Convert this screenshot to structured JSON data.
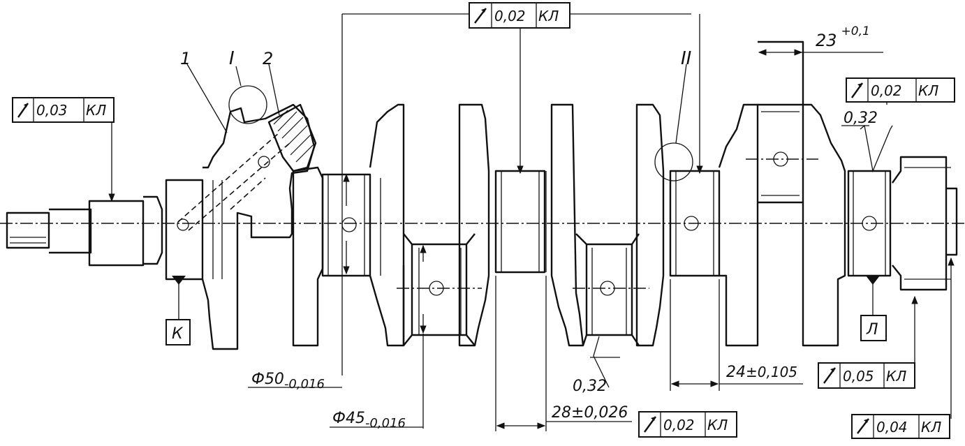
{
  "labels": {
    "part_1": "1",
    "part_2": "2",
    "detail_1": "I",
    "detail_2": "II",
    "datum_k": "К",
    "datum_l": "Л"
  },
  "tolerances": [
    {
      "symbol": "runout-arrow-icon",
      "value": "0,03",
      "datum": "КЛ"
    },
    {
      "symbol": "runout-arrow-icon",
      "value": "0,02",
      "datum": "КЛ"
    },
    {
      "symbol": "runout-arrow-icon",
      "value": "0,02",
      "datum": "КЛ"
    },
    {
      "symbol": "runout-arrow-icon",
      "value": "0,05",
      "datum": "КЛ"
    },
    {
      "symbol": "runout-arrow-icon",
      "value": "0,02",
      "datum": "КЛ"
    },
    {
      "symbol": "runout-arrow-icon",
      "value": "0,04",
      "datum": "КЛ"
    }
  ],
  "dimensions": {
    "main_journal_dia": "Ф50",
    "main_journal_tol": "-0,016",
    "pin_journal_dia": "Ф45",
    "pin_journal_tol": "-0,016",
    "pin_length": "28",
    "pin_length_tol": "±0,026",
    "journal_width": "24",
    "journal_width_tol": "±0,105",
    "flange_width": "23",
    "flange_width_tol": "+0,1"
  },
  "roughness": {
    "pin": "0,32",
    "rear": "0,32"
  }
}
